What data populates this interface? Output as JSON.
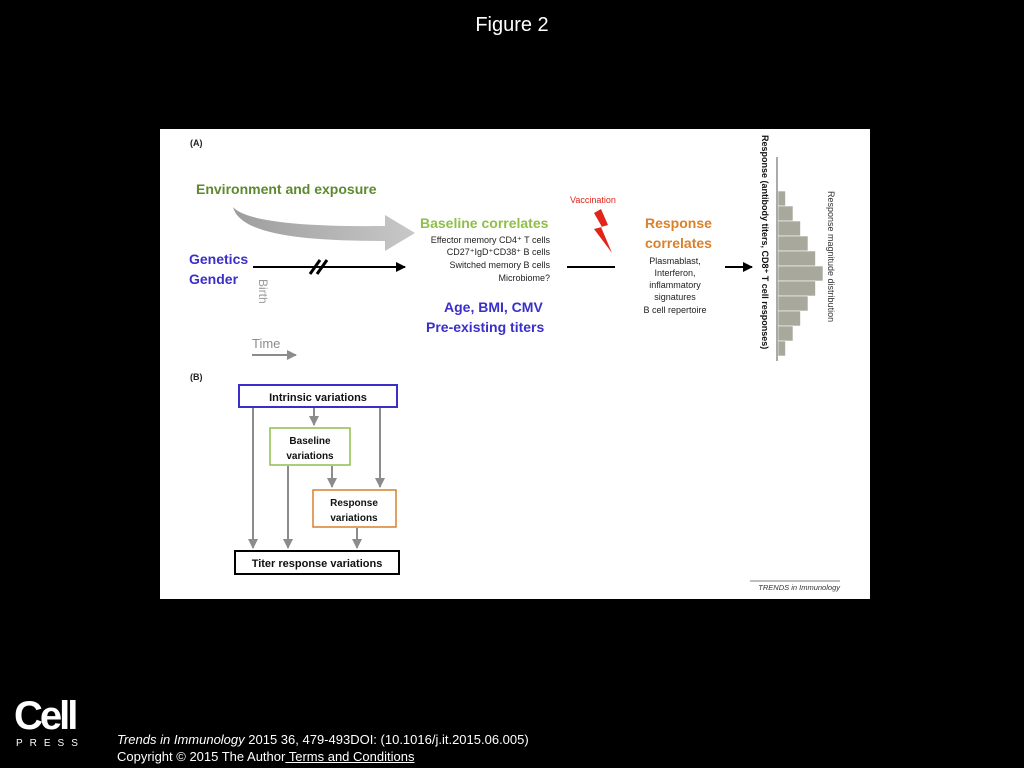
{
  "slide": {
    "title": "Figure 2"
  },
  "panel_a": {
    "label": "(A)",
    "environment": "Environment and exposure",
    "genetics": "Genetics",
    "gender": "Gender",
    "birth": "Birth",
    "time": "Time",
    "baseline_title": "Baseline correlates",
    "baseline_items": [
      "Effector memory CD4⁺ T cells",
      "CD27⁺IgD⁺CD38⁺ B cells",
      "Switched memory B cells",
      "Microbiome?"
    ],
    "age_bmi": "Age, BMI, CMV",
    "preexisting": "Pre-existing titers",
    "vaccination": "Vaccination",
    "response_title_1": "Response",
    "response_title_2": "correlates",
    "response_items": [
      "Plasmablast,",
      "Interferon,",
      "inflammatory",
      "signatures",
      "B cell repertoire"
    ],
    "y_axis_label": "Response (antibody titers, CD8⁺ T cell responses)",
    "dist_label": "Response magnitude distribution",
    "histogram_values": [
      1,
      2,
      3,
      4,
      5,
      6,
      5,
      4,
      3,
      2,
      1
    ]
  },
  "panel_b": {
    "label": "(B)",
    "intrinsic": "Intrinsic variations",
    "baseline_1": "Baseline",
    "baseline_2": "variations",
    "response_1": "Response",
    "response_2": "variations",
    "titer": "Titer response variations",
    "journal_mark": "TRENDS in Immunology"
  },
  "colors": {
    "green": "#5c8a2e",
    "light_green": "#8fbf4a",
    "blue": "#3a2fc9",
    "orange": "#d9812b",
    "red": "#e0251b",
    "gray": "#9a9a9a",
    "hist_gray": "#a8a89c"
  },
  "footer": {
    "logo_word": "Cell",
    "logo_sub": "PRESS",
    "journal": "Trends in Immunology",
    "citation_rest": " 2015 36, 479-493DOI: (10.1016/j.it.2015.06.005)",
    "copyright": "Copyright © 2015 The Author",
    "terms_link": " Terms and Conditions"
  }
}
